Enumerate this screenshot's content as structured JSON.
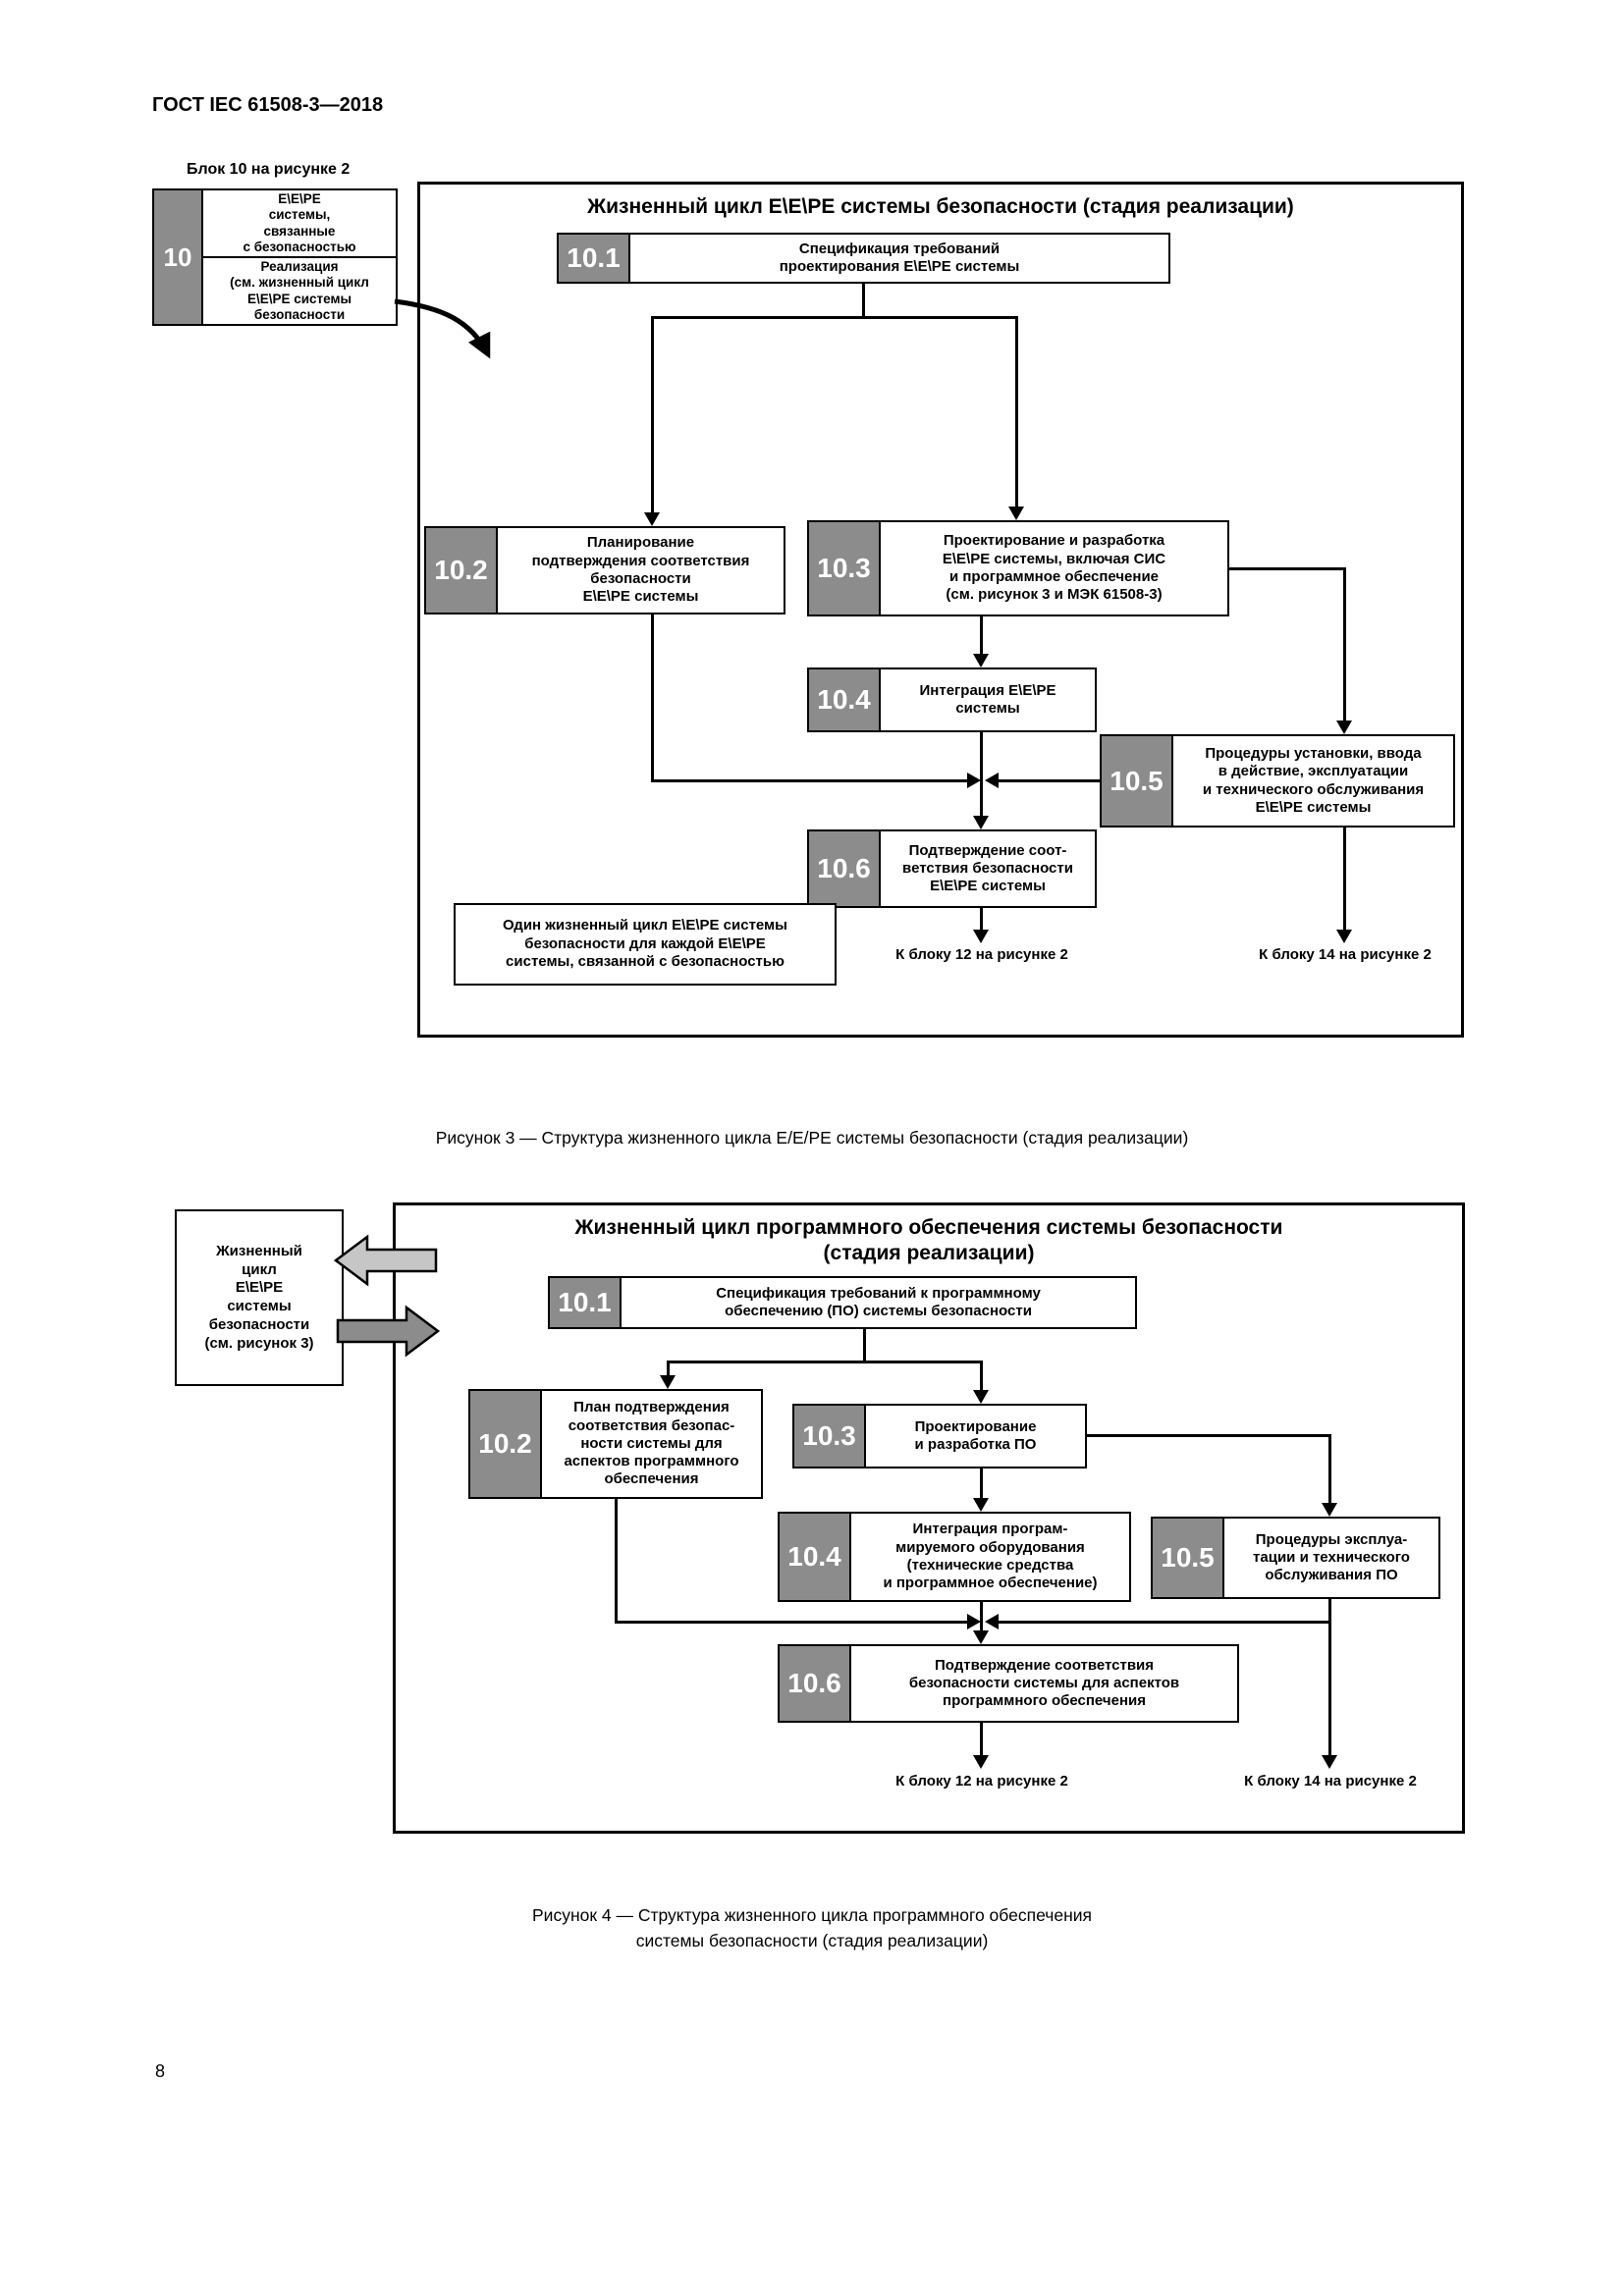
{
  "page": {
    "header": "ГОСТ IEC 61508-3—2018",
    "number": "8"
  },
  "fig3": {
    "outer_label": "Блок 10 на рисунке 2",
    "side": {
      "num": "10",
      "top": "E\\E\\PE\nсистемы,\nсвязанные\nс безопасностью",
      "bottom": "Реализация\n(см. жизненный цикл\nE\\E\\PE системы\nбезопасности"
    },
    "title": "Жизненный цикл E\\E\\PE системы безопасности (стадия реализации)",
    "b1": {
      "num": "10.1",
      "text": "Спецификация требований\nпроектирования E\\E\\PE системы"
    },
    "b2": {
      "num": "10.2",
      "text": "Планирование\nподтверждения соответствия\nбезопасности\nE\\E\\PE системы"
    },
    "b3": {
      "num": "10.3",
      "text": "Проектирование и разработка\nE\\E\\PE системы, включая СИС\nи программное обеспечение\n(см. рисунок 3 и МЭК 61508-3)"
    },
    "b4": {
      "num": "10.4",
      "text": "Интеграция E\\E\\PE\nсистемы"
    },
    "b5": {
      "num": "10.5",
      "text": "Процедуры установки, ввода\nв действие, эксплуатации\nи технического обслуживания\nE\\E\\PE системы"
    },
    "b6": {
      "num": "10.6",
      "text": "Подтверждение соот-\nветствия безопасности\nE\\E\\PE системы"
    },
    "note": "Один жизненный цикл E\\E\\PE системы\nбезопасности для каждой E\\E\\PE\nсистемы, связанной с безопасностью",
    "exit12": "К блоку 12 на рисунке 2",
    "exit14": "К блоку 14 на рисунке 2",
    "caption": "Рисунок 3 — Структура жизненного цикла E/E/PE системы безопасности (стадия реализации)"
  },
  "fig4": {
    "side": "Жизненный\nцикл\nE\\E\\PE\nсистемы\nбезопасности\n(см. рисунок 3)",
    "title": "Жизненный цикл программного обеспечения системы безопасности\n(стадия реализации)",
    "b1": {
      "num": "10.1",
      "text": "Спецификация требований к программному\nобеспечению (ПО) системы безопасности"
    },
    "b2": {
      "num": "10.2",
      "text": "План подтверждения\nсоответствия безопас-\nности системы для\nаспектов программного\nобеспечения"
    },
    "b3": {
      "num": "10.3",
      "text": "Проектирование\nи разработка ПО"
    },
    "b4": {
      "num": "10.4",
      "text": "Интеграция програм-\nмируемого оборудования\n(технические средства\nи программное обеспечение)"
    },
    "b5": {
      "num": "10.5",
      "text": "Процедуры эксплуа-\nтации и технического\nобслуживания ПО"
    },
    "b6": {
      "num": "10.6",
      "text": "Подтверждение соответствия\nбезопасности системы для аспектов\nпрограммного обеспечения"
    },
    "exit12": "К блоку 12 на рисунке 2",
    "exit14": "К блоку 14 на рисунке 2",
    "caption": "Рисунок 4 — Структура жизненного цикла программного обеспечения\nсистемы безопасности (стадия реализации)"
  },
  "colors": {
    "block_gray": "#8c8c8c",
    "arrow_light": "#c6c6c6",
    "arrow_dark": "#8c8c8c"
  }
}
